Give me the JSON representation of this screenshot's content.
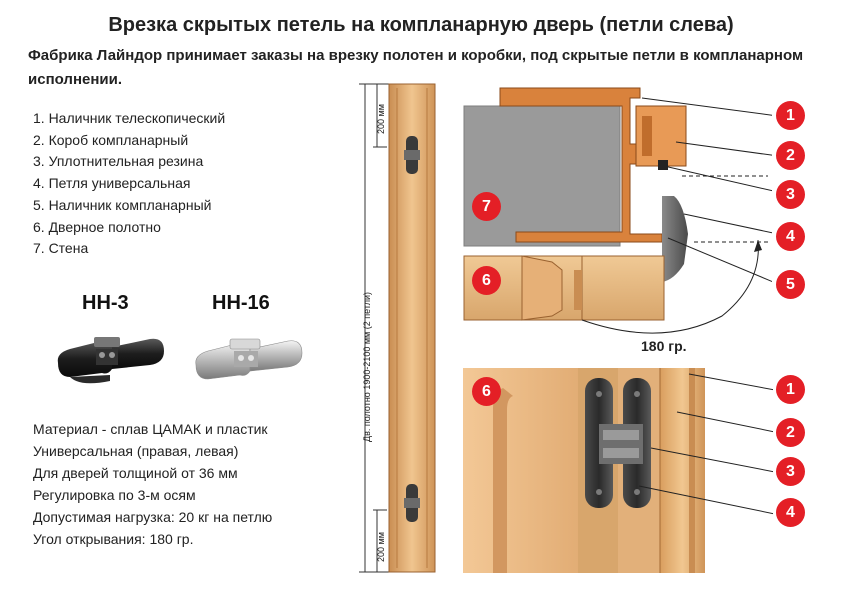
{
  "header": {
    "title": "Врезка скрытых петель на компланарную дверь (петли слева)",
    "subtitle": "Фабрика Лайндор принимает заказы на врезку полотен и коробки, под скрытые петли в компланарном исполнении."
  },
  "legend": [
    "1. Наличник телескопический",
    "2. Короб компланарный",
    "3. Уплотнительная резина",
    "4. Петля универсальная",
    "5. Наличник компланарный",
    "6. Дверное полотно",
    "7. Стена"
  ],
  "models": {
    "first": "НН-3",
    "second": "НН-16"
  },
  "specs": [
    "Материал - сплав ЦАМАК и пластик",
    "Универсальная (правая, левая)",
    "Для дверей толщиной от 36 мм",
    "Регулировка по 3-м осям",
    "Допустимая нагрузка: 20 кг на петлю",
    "Угол открывания: 180 гр."
  ],
  "dimensions": {
    "top": "200 мм",
    "bottom": "200 мм",
    "door_height": "Дв. полотно 1900-2100 мм (2 петли)"
  },
  "diagram_top": {
    "angle": "180 гр.",
    "wall_badge": "7",
    "leaf_badge": "6",
    "callouts": [
      "1",
      "2",
      "3",
      "4",
      "5"
    ]
  },
  "diagram_bottom": {
    "leaf_badge": "6",
    "callouts": [
      "1",
      "2",
      "3",
      "4"
    ]
  },
  "colors": {
    "badge_red": "#e41f26",
    "wood": "#e8b27c",
    "frame_orange": "#d9823c",
    "wall_gray": "#9a9a9a",
    "hinge_dark": "#3a3a3a"
  }
}
